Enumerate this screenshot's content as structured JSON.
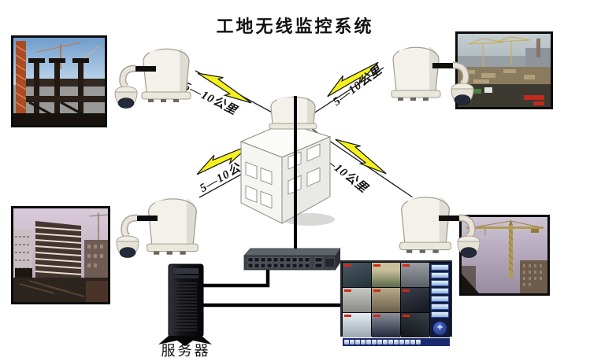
{
  "title": "工地无线监控系统",
  "links": {
    "top_left": {
      "label": "5—10公里"
    },
    "top_right": {
      "label": "5—10公里"
    },
    "bottom_left": {
      "label": "5—10公里"
    },
    "bottom_right": {
      "label": "5—10公里"
    }
  },
  "server": {
    "label": "服务器"
  },
  "icons": {
    "ptz_cross": "✚",
    "wireless_ap": "dome-antenna-icon",
    "camera": "ptz-dome-camera-icon",
    "wireless_link": "lightning-bolt-icon",
    "network_switch": "rackmount-switch-icon",
    "server_tower": "tower-server-icon",
    "monitor": "cctv-multiview-monitor-icon",
    "building": "monitoring-center-building-icon"
  },
  "colors": {
    "background": "#ffffff",
    "bolt_fill": "#f5f11c",
    "bolt_stroke": "#1a1a1a",
    "cable": "#000000",
    "link_line": "#1a1a1a",
    "text": "#111111"
  }
}
